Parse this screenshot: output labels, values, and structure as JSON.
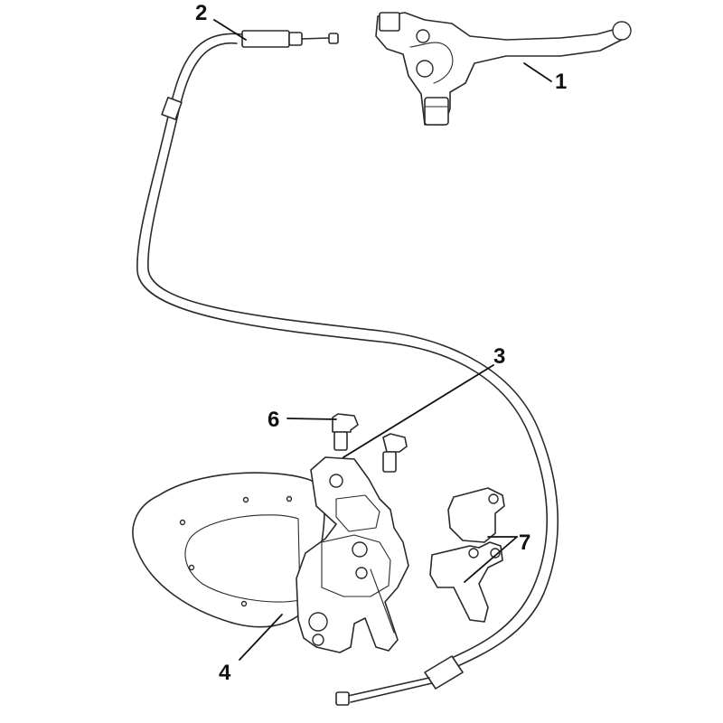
{
  "callouts": {
    "c1": "1",
    "c2": "2",
    "c3": "3",
    "c4": "4",
    "c6": "6",
    "c7": "7"
  }
}
